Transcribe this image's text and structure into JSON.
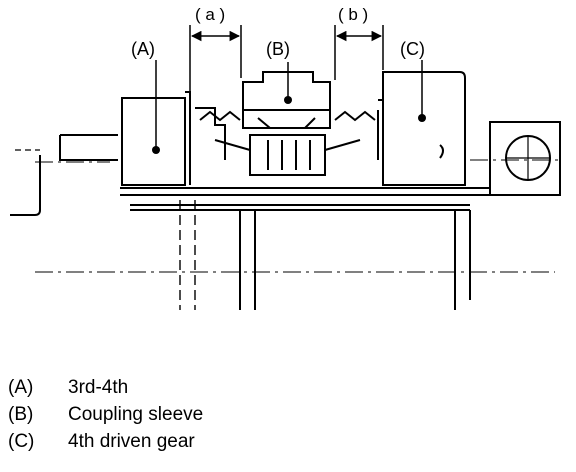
{
  "diagram": {
    "callouts": {
      "a": "(A)",
      "b": "(B)",
      "c": "(C)"
    },
    "dimensions": {
      "a": "( a )",
      "b": "( b )"
    }
  },
  "legend": [
    {
      "key": "(A)",
      "text": "3rd-4th"
    },
    {
      "key": "(B)",
      "text": "Coupling sleeve"
    },
    {
      "key": "(C)",
      "text": "4th driven gear"
    }
  ]
}
